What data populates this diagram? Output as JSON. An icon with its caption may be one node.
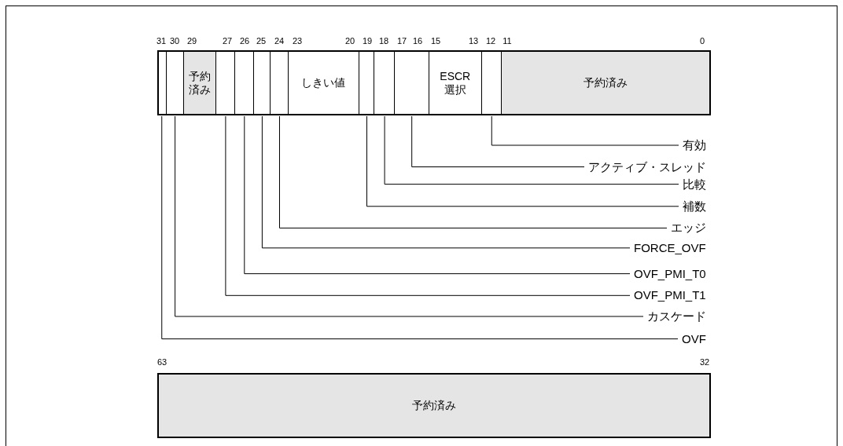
{
  "diagram": {
    "nodes": [
      {
        "text": [],
        "shape": "box"
      },
      {
        "text": [],
        "shape": "box"
      },
      {
        "text": [
          "予約済み"
        ]
      },
      {
        "text": [],
        "shape": "box"
      },
      {
        "text": [],
        "shape": "box"
      },
      {
        "text": [],
        "shape": "box"
      },
      {
        "text": [],
        "shape": "box"
      },
      {
        "text": [
          "しきい値"
        ]
      },
      {
        "text": [],
        "shape": "box"
      },
      {
        "text": [],
        "shape": "box"
      },
      {
        "text": [],
        "shape": "box"
      },
      {
        "text": [
          "ESCR 選択"
        ]
      },
      {
        "text": [],
        "shape": "box"
      },
      {
        "text": [
          "予約済み"
        ]
      },
      {
        "text": [
          "有効"
        ]
      },
      {
        "text": [
          "アクティブ・スレッド"
        ]
      },
      {
        "text": [
          "比較"
        ]
      },
      {
        "text": [
          "補数"
        ]
      },
      {
        "text": [
          "エッジ"
        ]
      },
      {
        "text": [
          "FORCE_OVF"
        ]
      },
      {
        "text": [
          "OVF_PMI_T0"
        ]
      },
      {
        "text": [
          "OVF_PMI_T1"
        ]
      },
      {
        "text": [
          "カスケード"
        ]
      },
      {
        "text": [
          "OVF"
        ]
      },
      {
        "text": [
          "予約済み"
        ]
      }
    ],
    "edges": [
      {
        "from": 14,
        "to": 12,
        "arrow": "none"
      },
      {
        "from": 15,
        "to": 10,
        "arrow": "none"
      },
      {
        "from": 16,
        "to": 9,
        "arrow": "none"
      },
      {
        "from": 17,
        "to": 8,
        "arrow": "none"
      },
      {
        "from": 18,
        "to": 6,
        "arrow": "none"
      },
      {
        "from": 19,
        "to": 5,
        "arrow": "none"
      },
      {
        "from": 20,
        "to": 4,
        "arrow": "none"
      },
      {
        "from": 21,
        "to": 3,
        "arrow": "none"
      },
      {
        "from": 22,
        "to": 1,
        "arrow": "none"
      },
      {
        "from": 23,
        "to": 0,
        "arrow": "none"
      }
    ],
    "labels": [
      "31",
      "30",
      "29",
      "27",
      "26",
      "25",
      "24",
      "23",
      "20",
      "19",
      "18",
      "17",
      "16",
      "15",
      "13",
      "12",
      "11",
      "0",
      "63",
      "32"
    ]
  }
}
